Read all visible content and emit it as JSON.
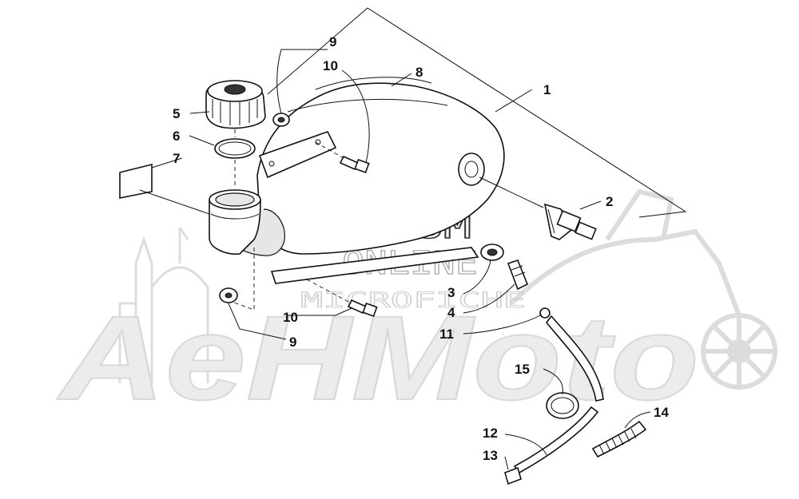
{
  "watermark": {
    "brand": "AeHMoto",
    "hlsm": "HLSM",
    "online": "ONLINE",
    "microfiche": "MICROFICHE"
  },
  "callouts": [
    {
      "id": "c1",
      "label": "1",
      "part": "fuel-tank-assembly"
    },
    {
      "id": "c2",
      "label": "2",
      "part": "fuel-valve"
    },
    {
      "id": "c3",
      "label": "3",
      "part": "grommet"
    },
    {
      "id": "c4",
      "label": "4",
      "part": "fitting"
    },
    {
      "id": "c5",
      "label": "5",
      "part": "fuel-cap"
    },
    {
      "id": "c6",
      "label": "6",
      "part": "gasket"
    },
    {
      "id": "c7",
      "label": "7",
      "part": "decal"
    },
    {
      "id": "c8",
      "label": "8",
      "part": "heat-shield-strap"
    },
    {
      "id": "c9a",
      "label": "9",
      "part": "grommet-upper"
    },
    {
      "id": "c9b",
      "label": "9",
      "part": "grommet-lower"
    },
    {
      "id": "c10a",
      "label": "10",
      "part": "bolt-upper"
    },
    {
      "id": "c10b",
      "label": "10",
      "part": "bolt-lower"
    },
    {
      "id": "c11",
      "label": "11",
      "part": "hose-fitting"
    },
    {
      "id": "c12",
      "label": "12",
      "part": "fuel-hose"
    },
    {
      "id": "c13",
      "label": "13",
      "part": "hose-fitting-lower"
    },
    {
      "id": "c14",
      "label": "14",
      "part": "spring-guard"
    },
    {
      "id": "c15",
      "label": "15",
      "part": "hose-clamp"
    }
  ]
}
